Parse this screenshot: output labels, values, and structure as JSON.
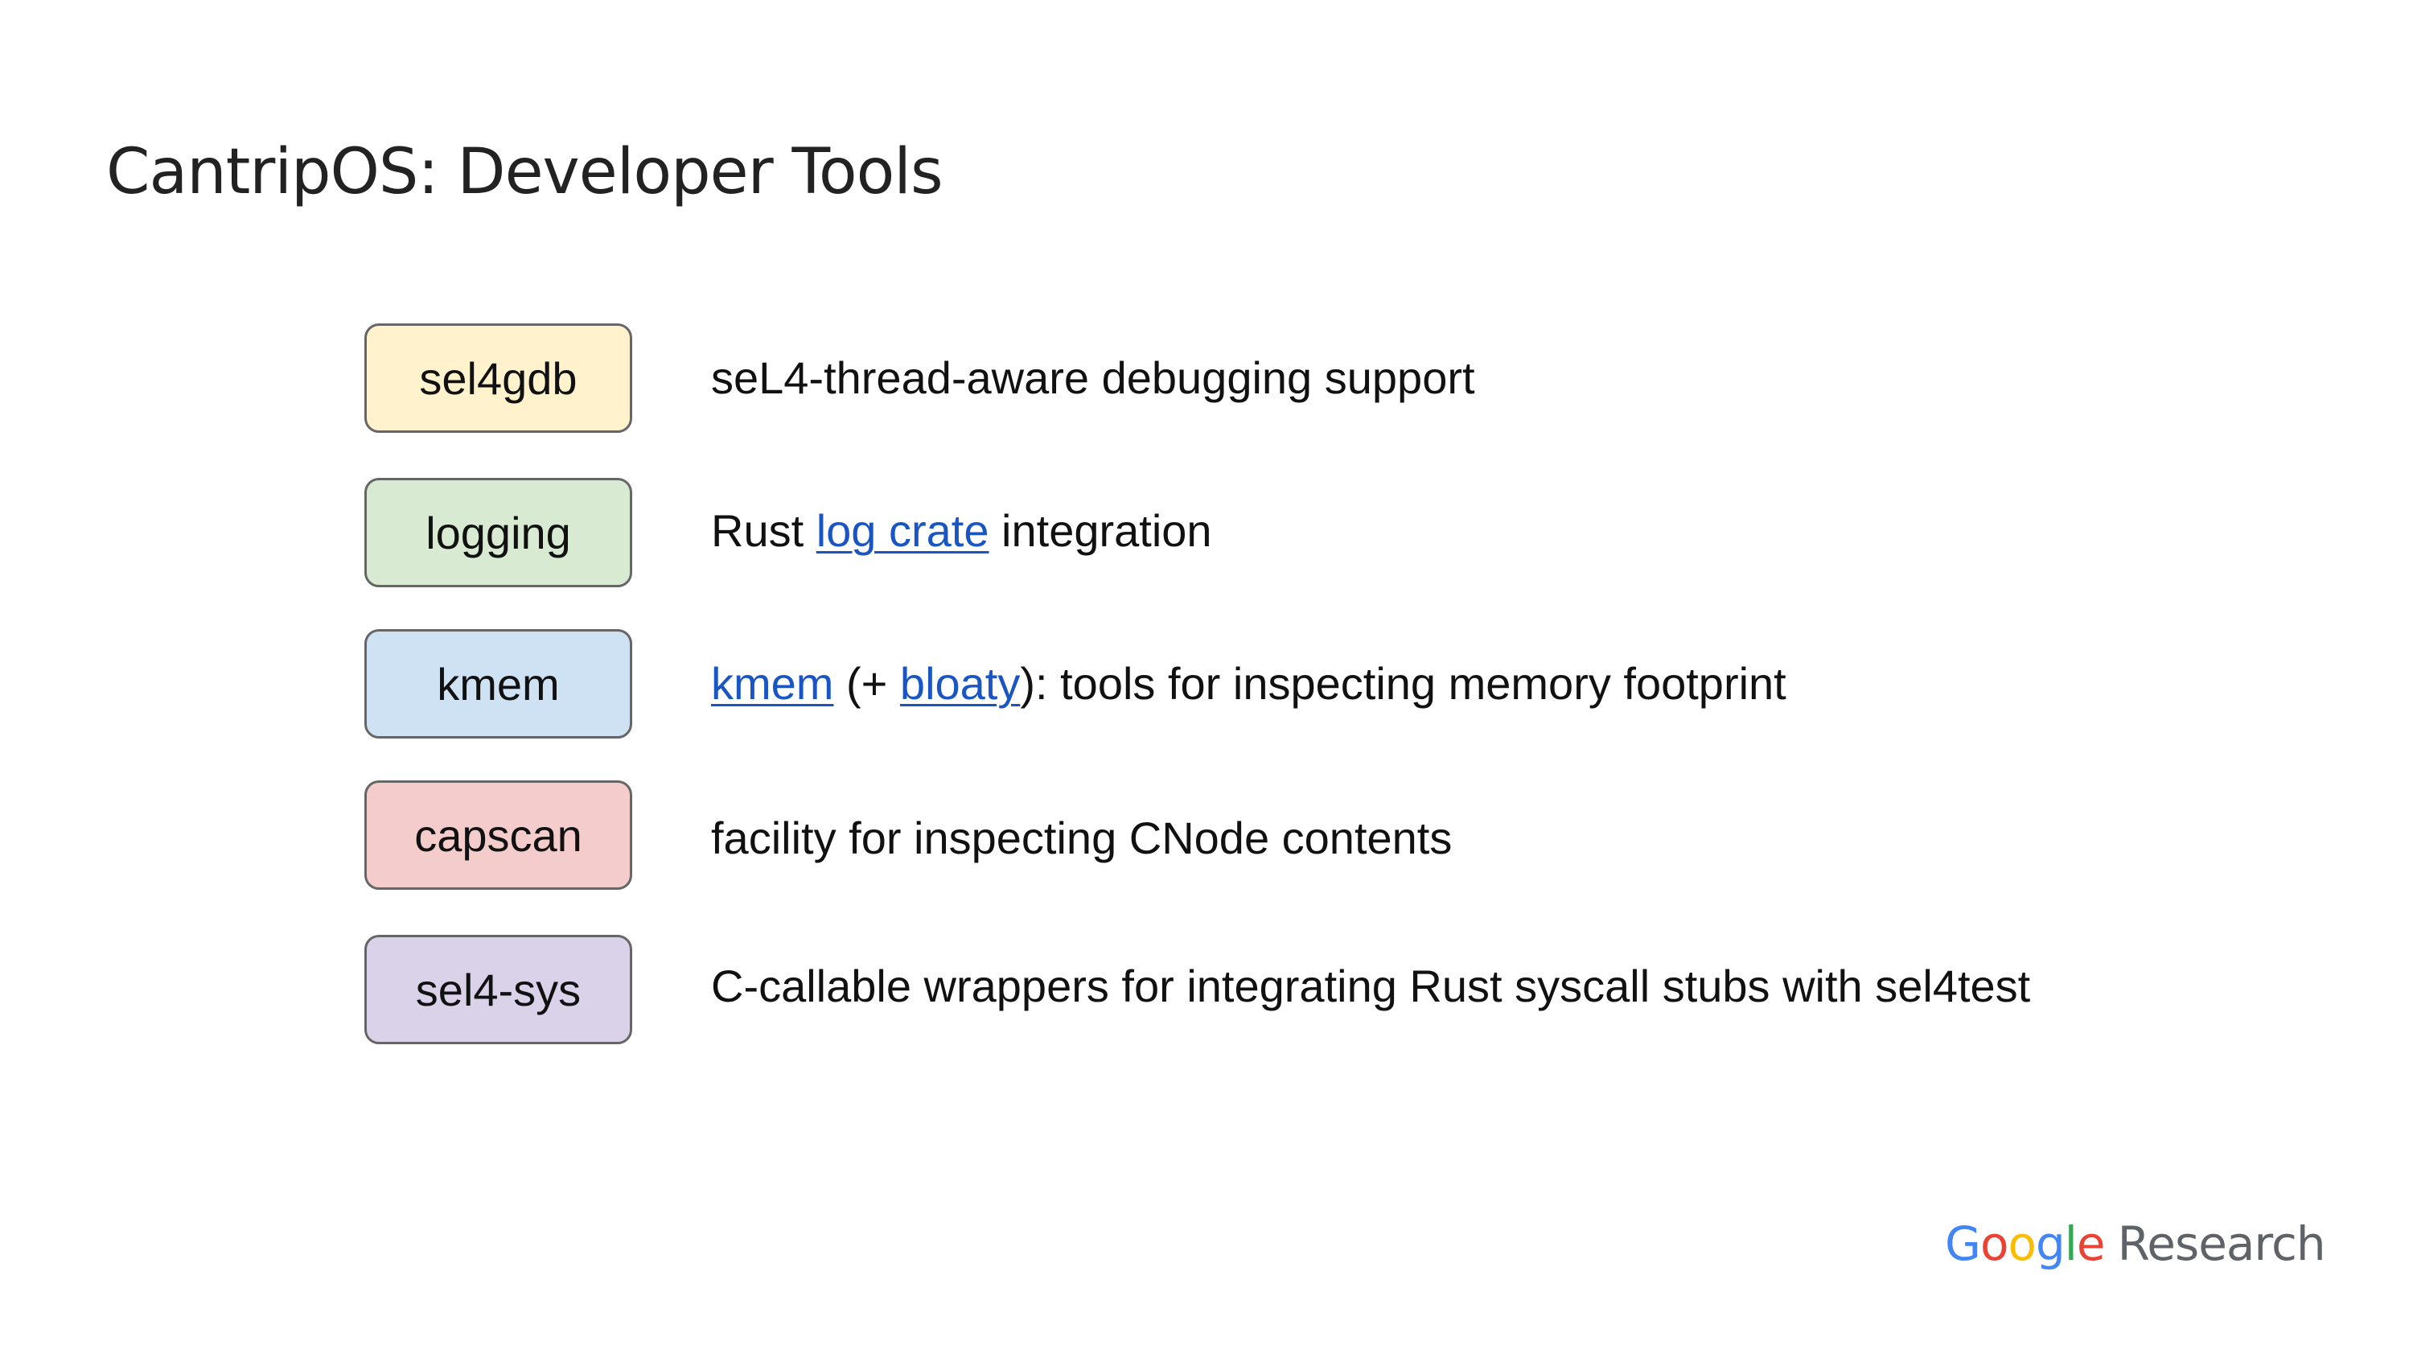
{
  "title": "CantripOS: Developer Tools",
  "tools": [
    {
      "name": "sel4gdb",
      "color": "#fff2cc",
      "description": "seL4-thread-aware debugging support"
    },
    {
      "name": "logging",
      "color": "#d9ead3",
      "description_prefix": "Rust ",
      "description_link": "log crate",
      "description_suffix": " integration"
    },
    {
      "name": "kmem",
      "color": "#cfe2f3",
      "description_link1": "kmem",
      "description_mid": " (+ ",
      "description_link2": "bloaty",
      "description_suffix": "): tools for inspecting memory footprint"
    },
    {
      "name": "capscan",
      "color": "#f4cccc",
      "description": "facility for inspecting CNode contents"
    },
    {
      "name": "sel4-sys",
      "color": "#d9d2e9",
      "description": "C-callable wrappers for integrating Rust syscall stubs with sel4test"
    }
  ],
  "logo": {
    "google_letters": [
      "G",
      "o",
      "o",
      "g",
      "l",
      "e"
    ],
    "google_colors": [
      "#4285F4",
      "#EA4335",
      "#FBBC05",
      "#4285F4",
      "#34A853",
      "#EA4335"
    ],
    "research": "Research"
  }
}
